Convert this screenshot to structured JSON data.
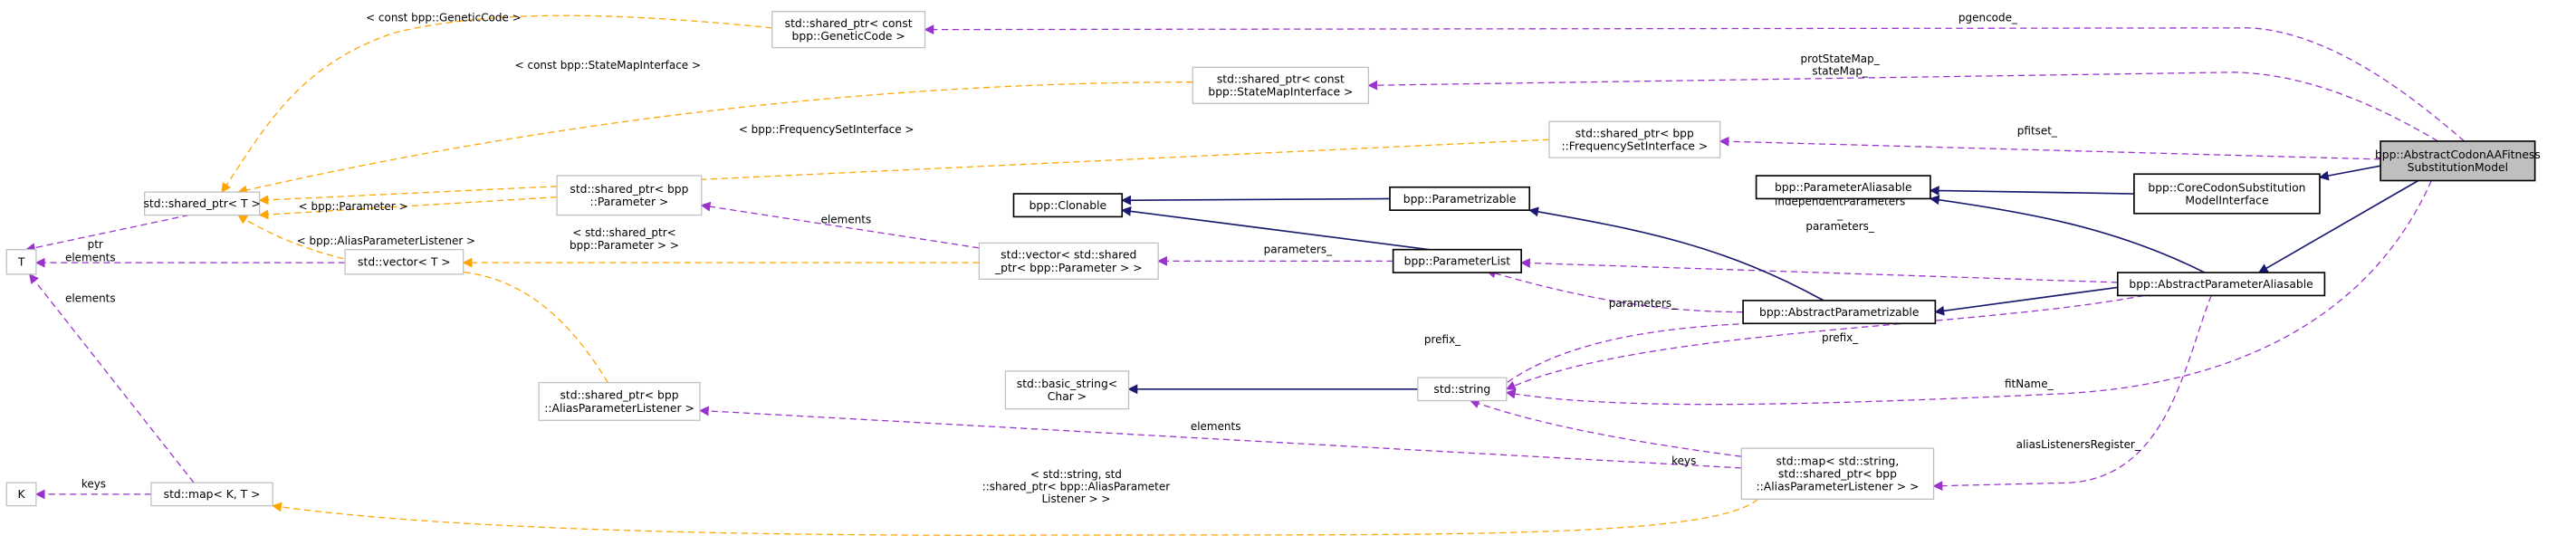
{
  "colors": {
    "inheritance": "#191970",
    "usage": "#9a32cd",
    "template": "#ffa500",
    "main_fill": "#bfbfbf",
    "external_border": "#bfbfbf",
    "documented_border": "#000000"
  },
  "nodes": [
    {
      "id": "main",
      "kind": "main",
      "lines": [
        "bpp::AbstractCodonAAFitness",
        "SubstitutionModel"
      ]
    },
    {
      "id": "geneticcode_ptr",
      "kind": "external",
      "lines": [
        "std::shared_ptr< const",
        "bpp::GeneticCode >"
      ]
    },
    {
      "id": "statemap_ptr",
      "kind": "external",
      "lines": [
        "std::shared_ptr< const",
        "bpp::StateMapInterface >"
      ]
    },
    {
      "id": "freqset_ptr",
      "kind": "external",
      "lines": [
        "std::shared_ptr< bpp",
        "::FrequencySetInterface >"
      ]
    },
    {
      "id": "shared_ptr_t",
      "kind": "external",
      "lines": [
        "std::shared_ptr< T >"
      ]
    },
    {
      "id": "t",
      "kind": "external",
      "lines": [
        "T"
      ]
    },
    {
      "id": "vector_t",
      "kind": "external",
      "lines": [
        "std::vector< T >"
      ]
    },
    {
      "id": "parameter_ptr",
      "kind": "external",
      "lines": [
        "std::shared_ptr< bpp",
        "::Parameter >"
      ]
    },
    {
      "id": "clonable",
      "kind": "documented",
      "lines": [
        "bpp::Clonable"
      ]
    },
    {
      "id": "parametrizable",
      "kind": "documented",
      "lines": [
        "bpp::Parametrizable"
      ]
    },
    {
      "id": "parameter_aliasable",
      "kind": "documented",
      "lines": [
        "bpp::ParameterAliasable"
      ]
    },
    {
      "id": "core_codon",
      "kind": "documented",
      "lines": [
        "bpp::CoreCodonSubstitution",
        "ModelInterface"
      ]
    },
    {
      "id": "vector_parameter_ptr",
      "kind": "external",
      "lines": [
        "std::vector< std::shared",
        "_ptr< bpp::Parameter > >"
      ]
    },
    {
      "id": "parameter_list",
      "kind": "documented",
      "lines": [
        "bpp::ParameterList"
      ]
    },
    {
      "id": "abstract_parameter_aliasable",
      "kind": "documented",
      "lines": [
        "bpp::AbstractParameterAliasable"
      ]
    },
    {
      "id": "abstract_parametrizable",
      "kind": "documented",
      "lines": [
        "bpp::AbstractParametrizable"
      ]
    },
    {
      "id": "basic_string",
      "kind": "external",
      "lines": [
        "std::basic_string<",
        "Char >"
      ]
    },
    {
      "id": "string",
      "kind": "external",
      "lines": [
        "std::string"
      ]
    },
    {
      "id": "alias_listener_ptr",
      "kind": "external",
      "lines": [
        "std::shared_ptr< bpp",
        "::AliasParameterListener >"
      ]
    },
    {
      "id": "map_alias",
      "kind": "external",
      "lines": [
        "std::map< std::string,",
        "std::shared_ptr< bpp",
        "::AliasParameterListener > >"
      ]
    },
    {
      "id": "k",
      "kind": "external",
      "lines": [
        "K"
      ]
    },
    {
      "id": "map_kt",
      "kind": "external",
      "lines": [
        "std::map< K, T >"
      ]
    }
  ],
  "edges": [
    {
      "from": "main",
      "to": "geneticcode_ptr",
      "kind": "usage",
      "label": [
        "pgencode_"
      ]
    },
    {
      "from": "main",
      "to": "statemap_ptr",
      "kind": "usage",
      "label": [
        "protStateMap_",
        "stateMap_"
      ]
    },
    {
      "from": "main",
      "to": "freqset_ptr",
      "kind": "usage",
      "label": [
        "pfitset_"
      ]
    },
    {
      "from": "main",
      "to": "core_codon",
      "kind": "inheritance",
      "label": []
    },
    {
      "from": "main",
      "to": "abstract_parameter_aliasable",
      "kind": "inheritance",
      "label": []
    },
    {
      "from": "main",
      "to": "string",
      "kind": "usage",
      "label": [
        "fitName_"
      ]
    },
    {
      "from": "core_codon",
      "to": "parameter_aliasable",
      "kind": "inheritance",
      "label": []
    },
    {
      "from": "abstract_parameter_aliasable",
      "to": "parameter_aliasable",
      "kind": "inheritance",
      "label": []
    },
    {
      "from": "abstract_parameter_aliasable",
      "to": "parameter_list",
      "kind": "usage",
      "label": [
        "independentParameters",
        "_",
        "parameters_"
      ]
    },
    {
      "from": "abstract_parameter_aliasable",
      "to": "abstract_parametrizable",
      "kind": "inheritance",
      "label": []
    },
    {
      "from": "abstract_parameter_aliasable",
      "to": "string",
      "kind": "usage",
      "label": [
        "prefix_"
      ]
    },
    {
      "from": "abstract_parameter_aliasable",
      "to": "map_alias",
      "kind": "usage",
      "label": [
        "aliasListenersRegister_"
      ]
    },
    {
      "from": "parametrizable",
      "to": "clonable",
      "kind": "inheritance",
      "label": []
    },
    {
      "from": "parameter_list",
      "to": "clonable",
      "kind": "inheritance",
      "label": []
    },
    {
      "from": "abstract_parametrizable",
      "to": "parametrizable",
      "kind": "inheritance",
      "label": []
    },
    {
      "from": "abstract_parametrizable",
      "to": "parameter_list",
      "kind": "usage",
      "label": [
        "parameters_"
      ]
    },
    {
      "from": "abstract_parametrizable",
      "to": "string",
      "kind": "usage",
      "label": [
        "prefix_"
      ]
    },
    {
      "from": "parameter_list",
      "to": "vector_parameter_ptr",
      "kind": "usage",
      "label": [
        "parameters_"
      ]
    },
    {
      "from": "vector_parameter_ptr",
      "to": "parameter_ptr",
      "kind": "usage",
      "label": [
        "elements"
      ]
    },
    {
      "from": "vector_parameter_ptr",
      "to": "vector_t",
      "kind": "template",
      "label": [
        "< std::shared_ptr<",
        "bpp::Parameter > >"
      ]
    },
    {
      "from": "parameter_ptr",
      "to": "shared_ptr_t",
      "kind": "template",
      "label": [
        "< bpp::Parameter >"
      ]
    },
    {
      "from": "geneticcode_ptr",
      "to": "shared_ptr_t",
      "kind": "template",
      "label": [
        "< const bpp::GeneticCode >"
      ]
    },
    {
      "from": "statemap_ptr",
      "to": "shared_ptr_t",
      "kind": "template",
      "label": [
        "< const bpp::StateMapInterface >"
      ]
    },
    {
      "from": "freqset_ptr",
      "to": "shared_ptr_t",
      "kind": "template",
      "label": [
        "< bpp::FrequencySetInterface >"
      ]
    },
    {
      "from": "alias_listener_ptr",
      "to": "shared_ptr_t",
      "kind": "template",
      "label": [
        "< bpp::AliasParameterListener >"
      ]
    },
    {
      "from": "shared_ptr_t",
      "to": "t",
      "kind": "usage",
      "label": [
        "ptr"
      ]
    },
    {
      "from": "vector_t",
      "to": "t",
      "kind": "usage",
      "label": [
        "elements"
      ]
    },
    {
      "from": "map_kt",
      "to": "t",
      "kind": "usage",
      "label": [
        "elements"
      ]
    },
    {
      "from": "map_kt",
      "to": "k",
      "kind": "usage",
      "label": [
        "keys"
      ]
    },
    {
      "from": "map_alias",
      "to": "map_kt",
      "kind": "template",
      "label": [
        "< std::string, std",
        "::shared_ptr< bpp::AliasParameter",
        "Listener > >"
      ]
    },
    {
      "from": "map_alias",
      "to": "alias_listener_ptr",
      "kind": "usage",
      "label": [
        "elements"
      ]
    },
    {
      "from": "map_alias",
      "to": "string",
      "kind": "usage",
      "label": [
        "keys"
      ]
    },
    {
      "from": "string",
      "to": "basic_string",
      "kind": "inheritance",
      "label": []
    }
  ]
}
